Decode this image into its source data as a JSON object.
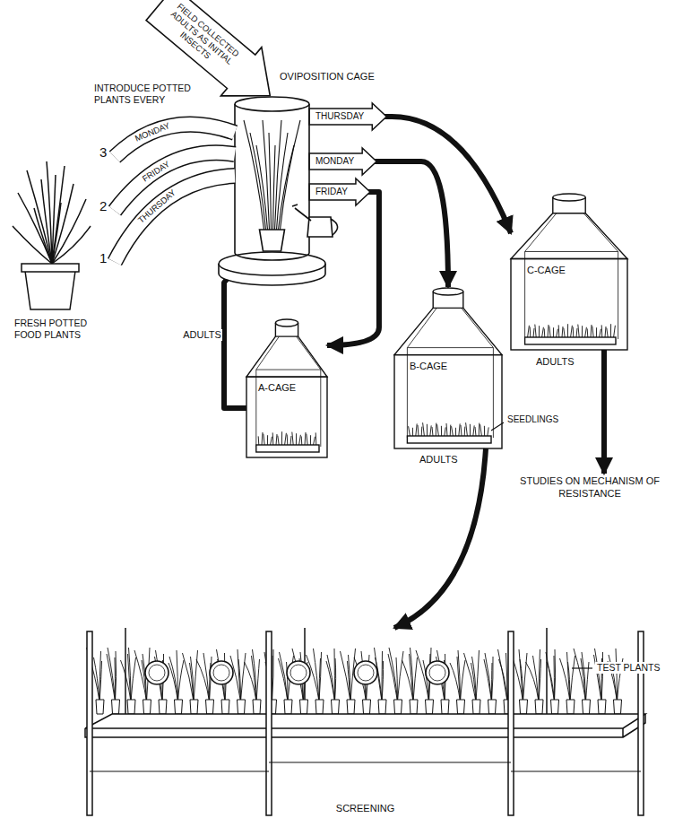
{
  "diagram": {
    "nodes": [
      {
        "text": [
          "FIELD COLLECTED ADULTS AS INITIAL INSECTS"
        ]
      },
      {
        "text": [
          "OVIPOSITION CAGE"
        ]
      },
      {
        "text": [
          "MONDAY"
        ]
      },
      {
        "text": [
          "FRIDAY"
        ]
      },
      {
        "text": [
          "THURSDAY"
        ]
      },
      {
        "text": [
          "A-CAGE"
        ]
      },
      {
        "text": [
          "B-CAGE"
        ]
      },
      {
        "text": [
          "C-CAGE"
        ]
      },
      {
        "text": [
          "STUDIES ON MECHANISM OF RESISTANCE"
        ]
      },
      {
        "text": [
          "SCREENING"
        ]
      }
    ],
    "edges": [
      {
        "from": 1,
        "to": 7,
        "label": "THURSDAY",
        "arrow": "to"
      },
      {
        "from": 1,
        "to": 6,
        "label": "MONDAY",
        "arrow": "to"
      },
      {
        "from": 1,
        "to": 5,
        "label": "FRIDAY",
        "arrow": "to"
      },
      {
        "from": 5,
        "to": 1,
        "label": "ADULTS",
        "arrow": "to"
      },
      {
        "from": 7,
        "to": 8,
        "arrow": "to"
      },
      {
        "from": 6,
        "to": 9,
        "arrow": "to"
      }
    ],
    "labels": [
      "INTRODUCE POTTED PLANTS EVERY",
      "3",
      "2",
      "1",
      "FRESH POTTED FOOD PLANTS",
      "SEEDLINGS",
      "ADULTS",
      "ADULTS",
      "TEST PLANTS"
    ]
  }
}
